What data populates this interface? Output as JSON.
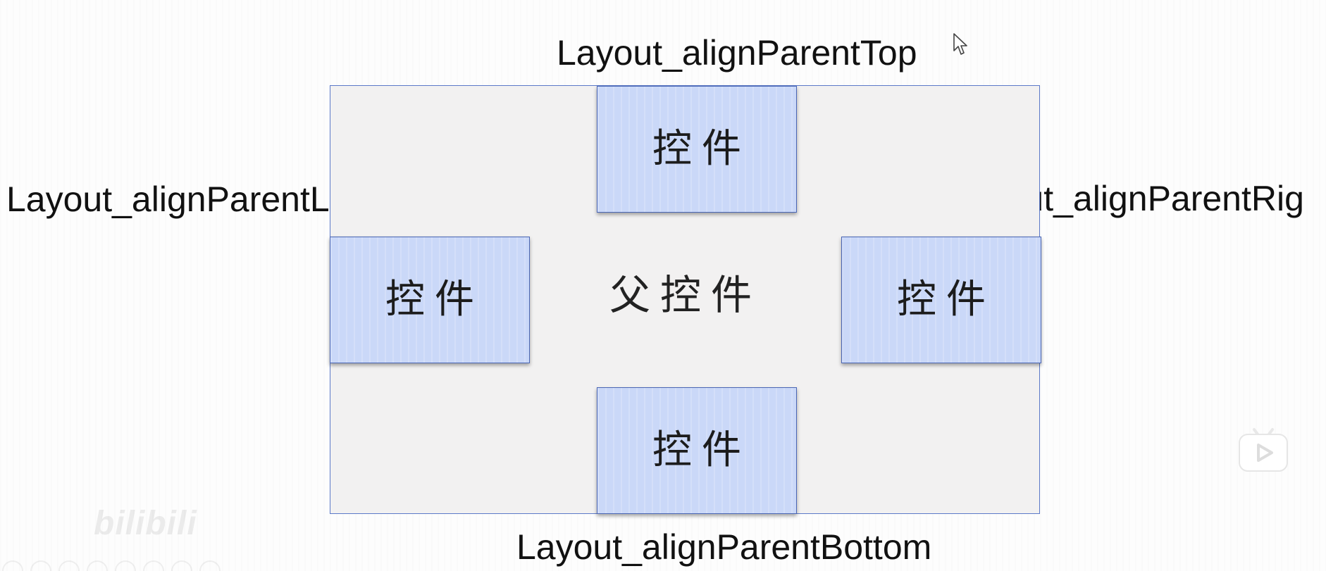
{
  "labels": {
    "top": "Layout_alignParentTop",
    "left": "Layout_alignParentLeft",
    "right": "Layout_alignParentRig",
    "bottom": "Layout_alignParentBottom"
  },
  "parent": {
    "label": "父控件"
  },
  "children": {
    "top": "控件",
    "left": "控件",
    "right": "控件",
    "bottom": "控件"
  },
  "overlay": {
    "watermark": "bilibili",
    "icons": [
      "cursor-icon",
      "play-icon"
    ]
  },
  "colors": {
    "parent_fill": "#f2f1f1",
    "parent_border": "#5b79c8",
    "child_fill": "#cad8f8",
    "child_border": "#4a66b5",
    "text": "#111111"
  }
}
